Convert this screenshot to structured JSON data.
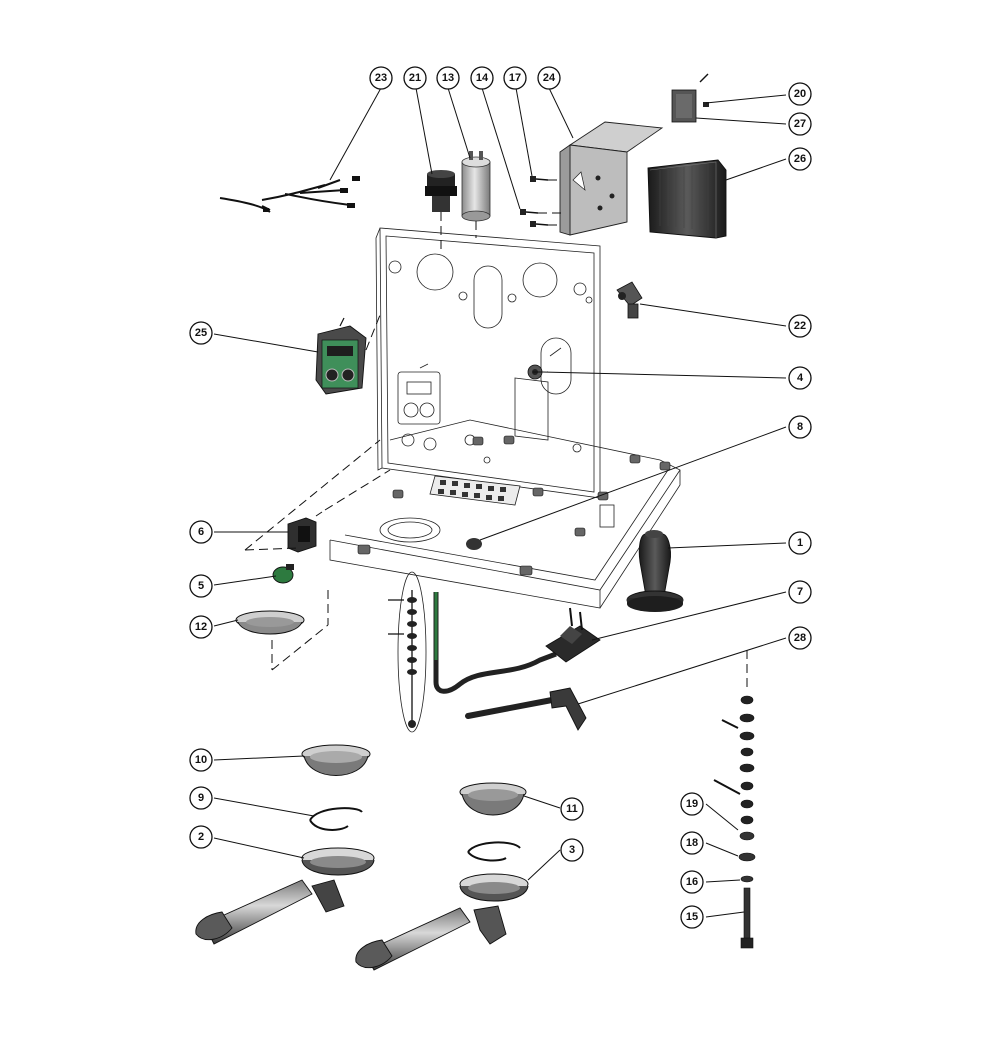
{
  "diagram": {
    "callouts": [
      {
        "id": "c23",
        "label": "23"
      },
      {
        "id": "c21",
        "label": "21"
      },
      {
        "id": "c13",
        "label": "13"
      },
      {
        "id": "c14",
        "label": "14"
      },
      {
        "id": "c17",
        "label": "17"
      },
      {
        "id": "c24",
        "label": "24"
      },
      {
        "id": "c20",
        "label": "20"
      },
      {
        "id": "c27",
        "label": "27"
      },
      {
        "id": "c26",
        "label": "26"
      },
      {
        "id": "c22",
        "label": "22"
      },
      {
        "id": "c25",
        "label": "25"
      },
      {
        "id": "c4",
        "label": "4"
      },
      {
        "id": "c8",
        "label": "8"
      },
      {
        "id": "c6",
        "label": "6"
      },
      {
        "id": "c1",
        "label": "1"
      },
      {
        "id": "c5",
        "label": "5"
      },
      {
        "id": "c7",
        "label": "7"
      },
      {
        "id": "c12",
        "label": "12"
      },
      {
        "id": "c28",
        "label": "28"
      },
      {
        "id": "c10",
        "label": "10"
      },
      {
        "id": "c9",
        "label": "9"
      },
      {
        "id": "c11",
        "label": "11"
      },
      {
        "id": "c19",
        "label": "19"
      },
      {
        "id": "c2",
        "label": "2"
      },
      {
        "id": "c3",
        "label": "3"
      },
      {
        "id": "c18",
        "label": "18"
      },
      {
        "id": "c16",
        "label": "16"
      },
      {
        "id": "c15",
        "label": "15"
      }
    ]
  },
  "colors": {
    "line": "#111111",
    "dark_part": "#2b2b2b",
    "mid_gray": "#8a8a8a",
    "light_gray": "#d6d6d6",
    "pcb_green": "#3f8f5a",
    "background": "#ffffff"
  }
}
